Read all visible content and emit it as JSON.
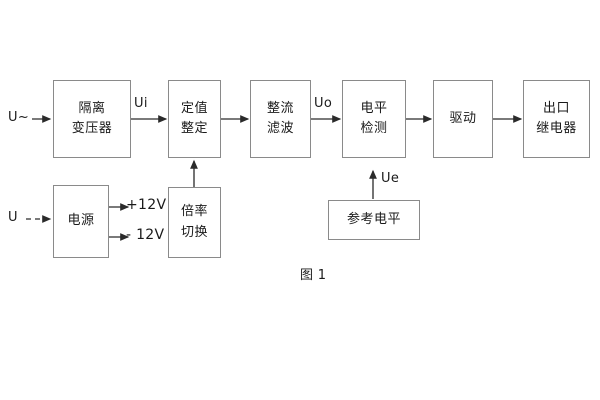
{
  "figure": {
    "caption": "图 1",
    "stroke_color": "#8a8a8a",
    "text_color": "#1a1a1a",
    "background": "#ffffff"
  },
  "inputs": [
    {
      "name": "ac-input",
      "label": "U~",
      "style": "solid-arrow"
    },
    {
      "name": "dc-input",
      "label": "U",
      "style": "dashed-arrow"
    }
  ],
  "signals": [
    {
      "name": "ui",
      "label": "Ui"
    },
    {
      "name": "uo",
      "label": "Uo"
    },
    {
      "name": "ue",
      "label": "Ue"
    }
  ],
  "rails": [
    {
      "name": "positive-rail",
      "label": "+12V"
    },
    {
      "name": "negative-rail",
      "label": "- 12V"
    }
  ],
  "blocks": {
    "isolation_transformer": {
      "line1": "隔离",
      "line2": "变压器"
    },
    "setting_value": {
      "line1": "定值",
      "line2": "整定"
    },
    "rectifier_filter": {
      "line1": "整流",
      "line2": "滤波"
    },
    "level_detection": {
      "line1": "电平",
      "line2": "检测"
    },
    "drive": {
      "line1": "驱动",
      "line2": ""
    },
    "output_relay": {
      "line1": "出口",
      "line2": "继电器"
    },
    "power_supply": {
      "line1": "电源",
      "line2": ""
    },
    "multiplier_switch": {
      "line1": "倍率",
      "line2": "切换"
    },
    "reference_level": {
      "line1": "参考电平",
      "line2": ""
    }
  }
}
